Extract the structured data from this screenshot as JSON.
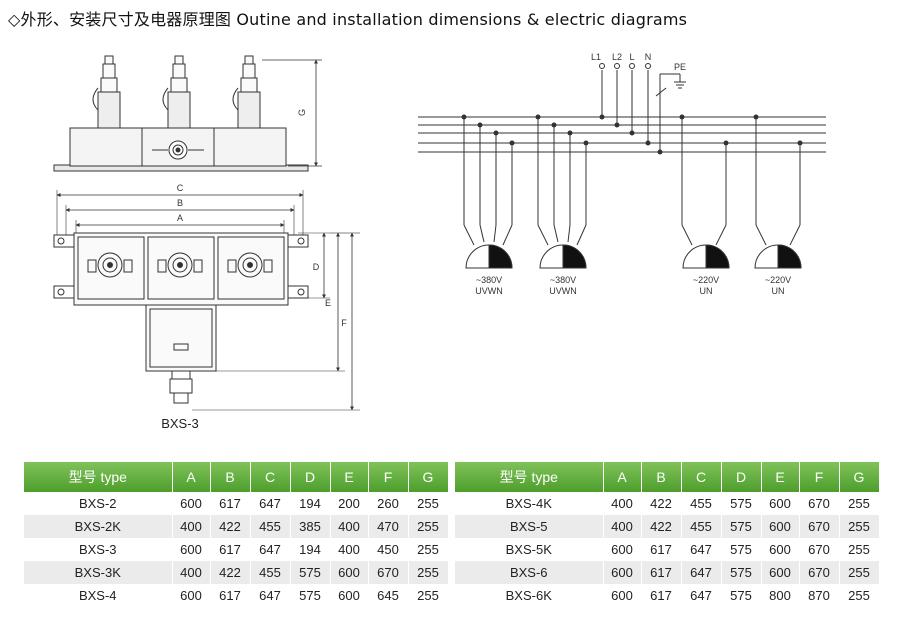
{
  "title": "◇外形、安装尺寸及电器原理图 Outine and installation dimensions & electric diagrams",
  "outline": {
    "dims": {
      "c": "C",
      "b": "B",
      "a": "A",
      "d": "D",
      "e": "E",
      "f": "F",
      "g": "G"
    },
    "model_caption": "BXS-3"
  },
  "circuit": {
    "terminals": [
      "L1",
      "L2",
      "L",
      "N"
    ],
    "pe_label": "PE",
    "sockets": [
      {
        "voltage": "~380V",
        "type": "UVWN"
      },
      {
        "voltage": "~380V",
        "type": "UVWN"
      },
      {
        "voltage": "~220V",
        "type": "UN"
      },
      {
        "voltage": "~220V",
        "type": "UN"
      }
    ]
  },
  "table": {
    "headers": [
      "型号 type",
      "A",
      "B",
      "C",
      "D",
      "E",
      "F",
      "G"
    ],
    "left_rows": [
      [
        "BXS-2",
        "600",
        "617",
        "647",
        "194",
        "200",
        "260",
        "255"
      ],
      [
        "BXS-2K",
        "400",
        "422",
        "455",
        "385",
        "400",
        "470",
        "255"
      ],
      [
        "BXS-3",
        "600",
        "617",
        "647",
        "194",
        "400",
        "450",
        "255"
      ],
      [
        "BXS-3K",
        "400",
        "422",
        "455",
        "575",
        "600",
        "670",
        "255"
      ],
      [
        "BXS-4",
        "600",
        "617",
        "647",
        "575",
        "600",
        "645",
        "255"
      ]
    ],
    "right_rows": [
      [
        "BXS-4K",
        "400",
        "422",
        "455",
        "575",
        "600",
        "670",
        "255"
      ],
      [
        "BXS-5",
        "400",
        "422",
        "455",
        "575",
        "600",
        "670",
        "255"
      ],
      [
        "BXS-5K",
        "600",
        "617",
        "647",
        "575",
        "600",
        "670",
        "255"
      ],
      [
        "BXS-6",
        "600",
        "617",
        "647",
        "575",
        "600",
        "670",
        "255"
      ],
      [
        "BXS-6K",
        "600",
        "617",
        "647",
        "575",
        "800",
        "870",
        "255"
      ]
    ]
  }
}
